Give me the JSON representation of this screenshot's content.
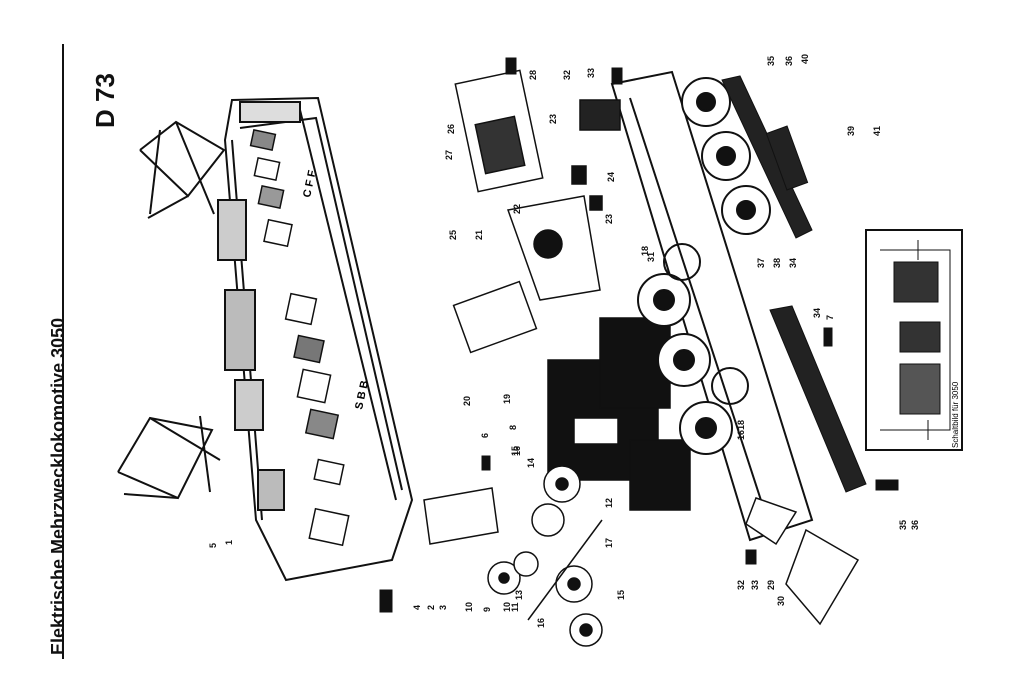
{
  "header": {
    "title": "Elektrische Mehrzwecklokomotive 3050",
    "code": "D 73"
  },
  "body_markings": {
    "cff": "C F F",
    "sbb": "S B B"
  },
  "inset": {
    "caption": "Schaltbild für 3050"
  },
  "part_numbers": [
    "1",
    "2",
    "3",
    "4",
    "5",
    "6",
    "7",
    "8",
    "9",
    "10",
    "10",
    "11",
    "12",
    "13",
    "14",
    "15",
    "15",
    "16",
    "16",
    "16",
    "17",
    "18",
    "18",
    "19",
    "20",
    "21",
    "22",
    "23",
    "23",
    "24",
    "25",
    "26",
    "27",
    "28",
    "29",
    "30",
    "31",
    "32",
    "32",
    "33",
    "33",
    "34",
    "34",
    "35",
    "35",
    "36",
    "36",
    "37",
    "38",
    "39",
    "40",
    "41"
  ]
}
